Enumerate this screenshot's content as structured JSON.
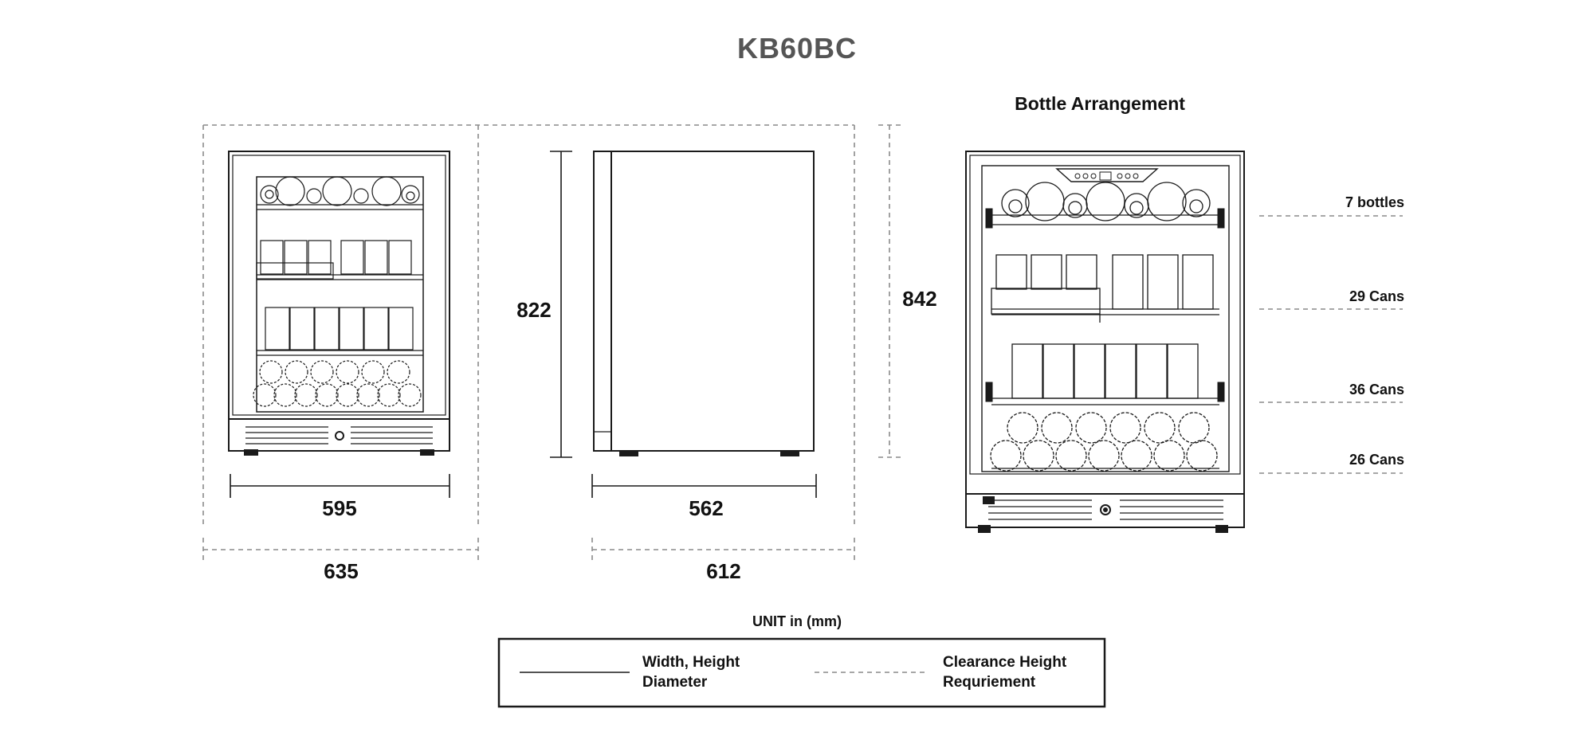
{
  "title": "KB60BC",
  "subtitle": "Bottle Arrangement",
  "dimensions": {
    "front_width": "595",
    "side_depth": "562",
    "clearance_width": "635",
    "clearance_depth": "612",
    "height": "822",
    "clearance_height": "842"
  },
  "capacity": [
    {
      "label": "7 bottles"
    },
    {
      "label": "29 Cans"
    },
    {
      "label": "36 Cans"
    },
    {
      "label": "26 Cans"
    }
  ],
  "unit": "UNIT in (mm)",
  "legend": {
    "solid_line_1": "Width, Height",
    "solid_line_2": "Diameter",
    "dashed_line_1": "Clearance Height",
    "dashed_line_2": "Requriement"
  },
  "colors": {
    "line": "#1a1a1a",
    "title": "#555555",
    "dashed": "#8a8a8a"
  }
}
